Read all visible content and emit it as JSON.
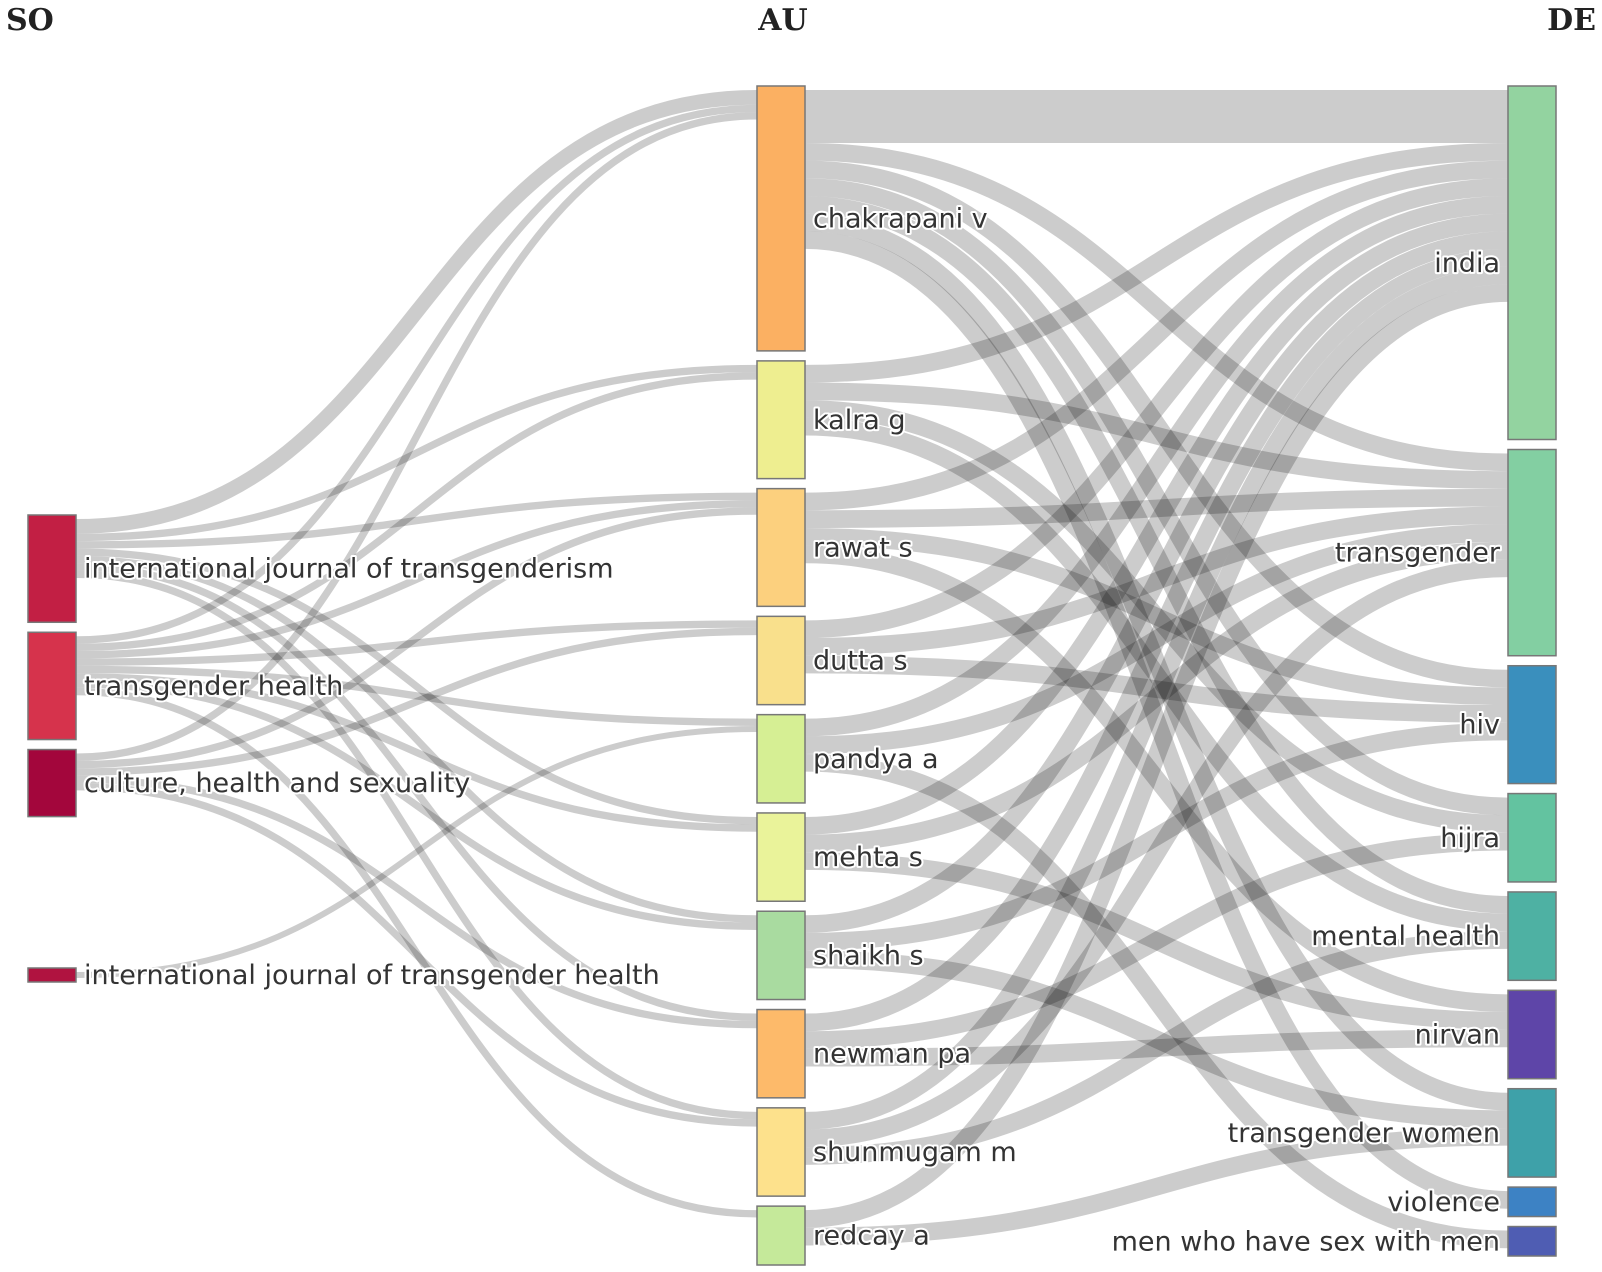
{
  "diagram": {
    "type": "sankey",
    "columns": [
      {
        "id": "so",
        "header": "SO"
      },
      {
        "id": "au",
        "header": "AU"
      },
      {
        "id": "de",
        "header": "DE"
      }
    ],
    "nodes": [
      {
        "id": "ijt",
        "col": "so",
        "label": "international journal of transgenderism",
        "color": "#c21f44"
      },
      {
        "id": "th",
        "col": "so",
        "label": "transgender health",
        "color": "#d6334c"
      },
      {
        "id": "chs",
        "col": "so",
        "label": "culture, health and sexuality",
        "color": "#a3063c"
      },
      {
        "id": "ijth",
        "col": "so",
        "label": "international journal of transgender health",
        "color": "#b01340"
      },
      {
        "id": "chakrapani",
        "col": "au",
        "label": "chakrapani v",
        "color": "#fbb062"
      },
      {
        "id": "kalra",
        "col": "au",
        "label": "kalra g",
        "color": "#eeee90"
      },
      {
        "id": "rawat",
        "col": "au",
        "label": "rawat s",
        "color": "#fcd07e"
      },
      {
        "id": "dutta",
        "col": "au",
        "label": "dutta s",
        "color": "#f9e08c"
      },
      {
        "id": "pandya",
        "col": "au",
        "label": "pandya a",
        "color": "#d6ef94"
      },
      {
        "id": "mehta",
        "col": "au",
        "label": "mehta s",
        "color": "#eaf39a"
      },
      {
        "id": "shaikh",
        "col": "au",
        "label": "shaikh s",
        "color": "#a9dba0"
      },
      {
        "id": "newman",
        "col": "au",
        "label": "newman pa",
        "color": "#fdba6a"
      },
      {
        "id": "shunmugam",
        "col": "au",
        "label": "shunmugam m",
        "color": "#fde18c"
      },
      {
        "id": "redcay",
        "col": "au",
        "label": "redcay a",
        "color": "#c5e99a"
      },
      {
        "id": "india",
        "col": "de",
        "label": "india",
        "color": "#93d3a0"
      },
      {
        "id": "transgender",
        "col": "de",
        "label": "transgender",
        "color": "#83cfa2"
      },
      {
        "id": "hiv",
        "col": "de",
        "label": "hiv",
        "color": "#3a8fbd"
      },
      {
        "id": "hijra",
        "col": "de",
        "label": "hijra",
        "color": "#63c3a0"
      },
      {
        "id": "mentalhealth",
        "col": "de",
        "label": "mental health",
        "color": "#4eb1a3"
      },
      {
        "id": "nirvan",
        "col": "de",
        "label": "nirvan",
        "color": "#5e45a8"
      },
      {
        "id": "transwomen",
        "col": "de",
        "label": "transgender women",
        "color": "#3ea1a9"
      },
      {
        "id": "violence",
        "col": "de",
        "label": "violence",
        "color": "#3d82c4"
      },
      {
        "id": "msm",
        "col": "de",
        "label": "men who have sex with men",
        "color": "#4f5db3"
      }
    ],
    "links": [
      {
        "source": "ijt",
        "target": "chakrapani",
        "value": 2
      },
      {
        "source": "ijt",
        "target": "kalra",
        "value": 1
      },
      {
        "source": "ijt",
        "target": "rawat",
        "value": 1
      },
      {
        "source": "ijt",
        "target": "mehta",
        "value": 1
      },
      {
        "source": "ijt",
        "target": "shaikh",
        "value": 1
      },
      {
        "source": "ijt",
        "target": "newman",
        "value": 1
      },
      {
        "source": "ijt",
        "target": "shunmugam",
        "value": 1
      },
      {
        "source": "th",
        "target": "chakrapani",
        "value": 1
      },
      {
        "source": "th",
        "target": "kalra",
        "value": 1
      },
      {
        "source": "th",
        "target": "rawat",
        "value": 1
      },
      {
        "source": "th",
        "target": "dutta",
        "value": 1
      },
      {
        "source": "th",
        "target": "pandya",
        "value": 1
      },
      {
        "source": "th",
        "target": "mehta",
        "value": 1
      },
      {
        "source": "th",
        "target": "shaikh",
        "value": 1
      },
      {
        "source": "th",
        "target": "redcay",
        "value": 1
      },
      {
        "source": "chs",
        "target": "chakrapani",
        "value": 1
      },
      {
        "source": "chs",
        "target": "rawat",
        "value": 1
      },
      {
        "source": "chs",
        "target": "dutta",
        "value": 1
      },
      {
        "source": "chs",
        "target": "newman",
        "value": 1
      },
      {
        "source": "chs",
        "target": "shunmugam",
        "value": 1
      },
      {
        "source": "ijth",
        "target": "pandya",
        "value": 1
      },
      {
        "source": "chakrapani",
        "target": "india",
        "value": 3
      },
      {
        "source": "chakrapani",
        "target": "transgender",
        "value": 1
      },
      {
        "source": "chakrapani",
        "target": "hiv",
        "value": 1
      },
      {
        "source": "chakrapani",
        "target": "hijra",
        "value": 1
      },
      {
        "source": "chakrapani",
        "target": "mentalhealth",
        "value": 1
      },
      {
        "source": "chakrapani",
        "target": "transwomen",
        "value": 1
      },
      {
        "source": "chakrapani",
        "target": "violence",
        "value": 1
      },
      {
        "source": "kalra",
        "target": "india",
        "value": 1
      },
      {
        "source": "kalra",
        "target": "transgender",
        "value": 1
      },
      {
        "source": "kalra",
        "target": "hijra",
        "value": 1
      },
      {
        "source": "kalra",
        "target": "mentalhealth",
        "value": 1
      },
      {
        "source": "rawat",
        "target": "india",
        "value": 1
      },
      {
        "source": "rawat",
        "target": "transgender",
        "value": 1
      },
      {
        "source": "rawat",
        "target": "hiv",
        "value": 1
      },
      {
        "source": "rawat",
        "target": "nirvan",
        "value": 1
      },
      {
        "source": "dutta",
        "target": "india",
        "value": 1
      },
      {
        "source": "dutta",
        "target": "transgender",
        "value": 1
      },
      {
        "source": "dutta",
        "target": "hiv",
        "value": 1
      },
      {
        "source": "pandya",
        "target": "india",
        "value": 1
      },
      {
        "source": "pandya",
        "target": "transgender",
        "value": 1
      },
      {
        "source": "pandya",
        "target": "msm",
        "value": 1
      },
      {
        "source": "mehta",
        "target": "india",
        "value": 1
      },
      {
        "source": "mehta",
        "target": "transgender",
        "value": 1
      },
      {
        "source": "mehta",
        "target": "nirvan",
        "value": 1
      },
      {
        "source": "shaikh",
        "target": "india",
        "value": 1
      },
      {
        "source": "shaikh",
        "target": "hiv",
        "value": 1
      },
      {
        "source": "shaikh",
        "target": "transwomen",
        "value": 1
      },
      {
        "source": "newman",
        "target": "india",
        "value": 1
      },
      {
        "source": "newman",
        "target": "hijra",
        "value": 1
      },
      {
        "source": "newman",
        "target": "nirvan",
        "value": 1
      },
      {
        "source": "shunmugam",
        "target": "india",
        "value": 1
      },
      {
        "source": "shunmugam",
        "target": "transgender",
        "value": 1
      },
      {
        "source": "shunmugam",
        "target": "mentalhealth",
        "value": 1
      },
      {
        "source": "redcay",
        "target": "india",
        "value": 1
      },
      {
        "source": "redcay",
        "target": "transwomen",
        "value": 1
      }
    ]
  }
}
